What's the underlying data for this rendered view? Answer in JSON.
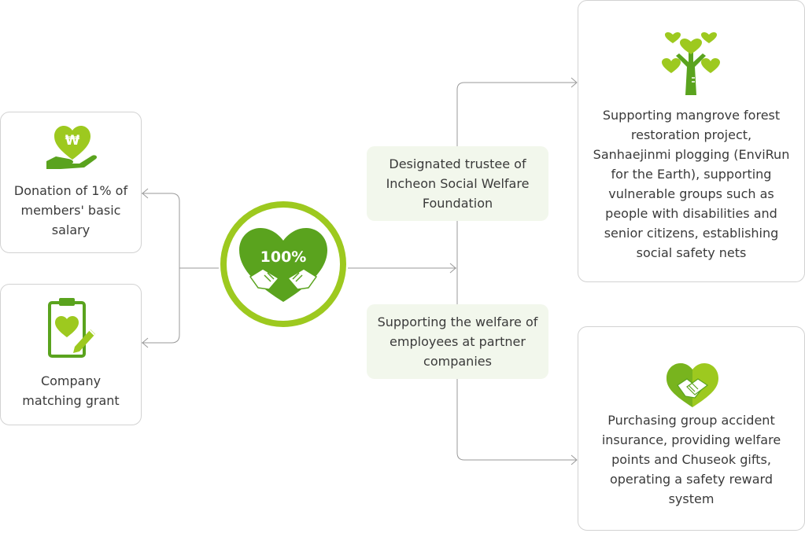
{
  "colors": {
    "primary_green": "#5aa31e",
    "lime_green": "#9dc91f",
    "border_gray": "#d2d2d2",
    "pill_bg": "#f2f7ec"
  },
  "center": {
    "label": "100%"
  },
  "sources": [
    {
      "text_lines": [
        "Donation of 1% of",
        "members' basic",
        "salary"
      ],
      "icon": "hand-heart-won-icon"
    },
    {
      "text_lines": [
        "Company",
        "matching grant"
      ],
      "icon": "clipboard-heart-pen-icon"
    }
  ],
  "channels": [
    {
      "text_lines": [
        "Designated trustee of",
        "Incheon Social Welfare",
        "Foundation"
      ]
    },
    {
      "text_lines": [
        "Supporting the welfare of",
        "employees at partner",
        "companies"
      ]
    }
  ],
  "outcomes": [
    {
      "text_lines": [
        "Supporting mangrove forest",
        "restoration project,",
        "Sanhaejinmi plogging (EnviRun",
        "for the Earth), supporting",
        "vulnerable groups such as",
        "people with disabilities and",
        "senior citizens, establishing",
        "social safety nets"
      ],
      "icon": "heart-tree-icon"
    },
    {
      "text_lines": [
        "Purchasing group accident",
        "insurance, providing welfare",
        "points and Chuseok gifts,",
        "operating a safety reward",
        "system"
      ],
      "icon": "handshake-heart-icon"
    }
  ]
}
